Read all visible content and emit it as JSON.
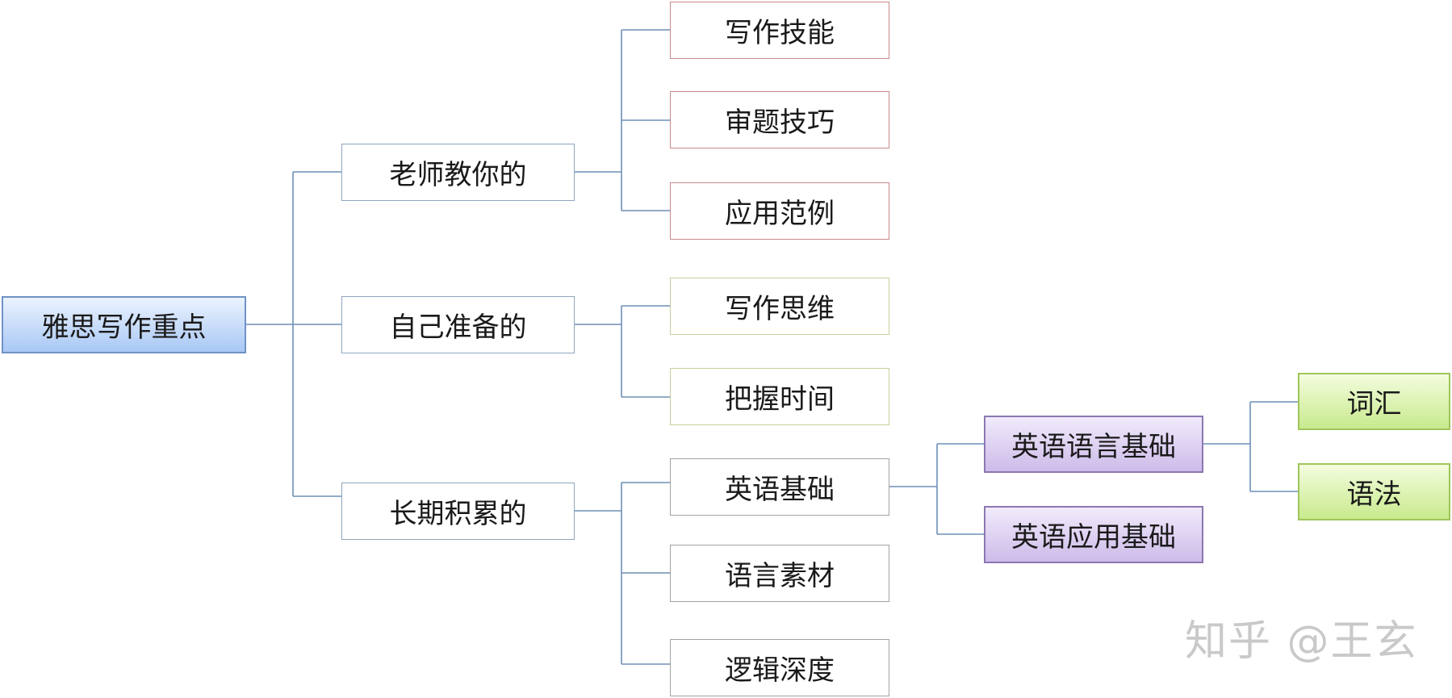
{
  "root": "雅思写作重点",
  "branches": {
    "teacher": {
      "label": "老师教你的",
      "items": [
        "写作技能",
        "审题技巧",
        "应用范例"
      ]
    },
    "self": {
      "label": "自己准备的",
      "items": [
        "写作思维",
        "把握时间"
      ]
    },
    "longterm": {
      "label": "长期积累的",
      "items": [
        "英语基础",
        "语言素材",
        "逻辑深度"
      ],
      "english_basics": {
        "items": [
          "英语语言基础",
          "英语应用基础"
        ],
        "language_basics": {
          "items": [
            "词汇",
            "语法"
          ]
        }
      }
    }
  },
  "watermark": "知乎 @王玄",
  "colors": {
    "connector": "#6e8fb8",
    "root_fill": "#a9c8f5",
    "level3_fill": "#cdbbe9",
    "level4_fill": "#c8ea8d"
  }
}
